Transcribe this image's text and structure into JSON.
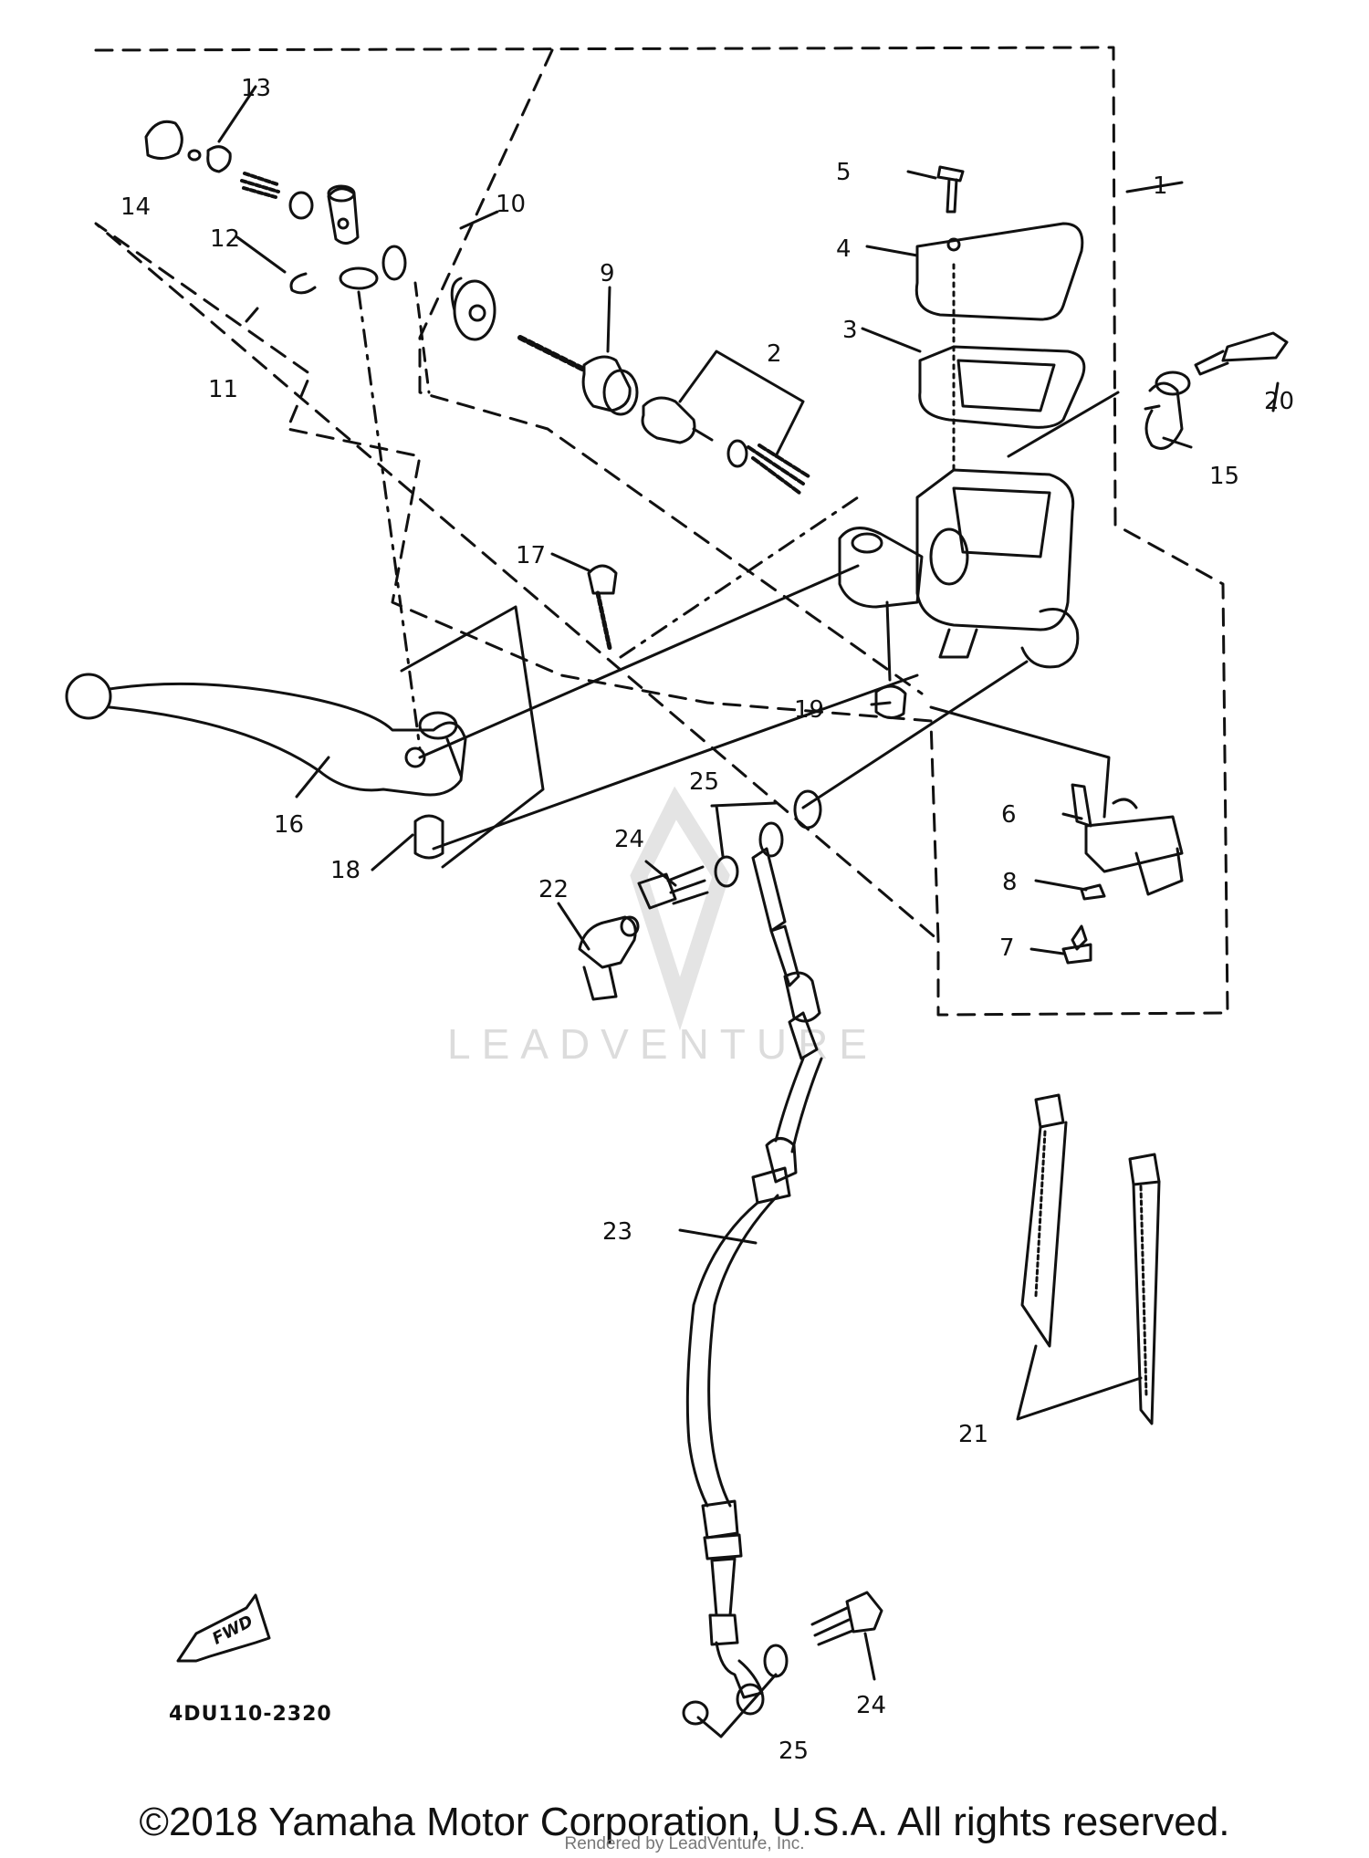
{
  "callouts": {
    "c1": "1",
    "c2": "2",
    "c3": "3",
    "c4": "4",
    "c5": "5",
    "c6": "6",
    "c7": "7",
    "c8": "8",
    "c9": "9",
    "c10": "10",
    "c11": "11",
    "c12": "12",
    "c13": "13",
    "c14": "14",
    "c15": "15",
    "c16": "16",
    "c17": "17",
    "c18": "18",
    "c19": "19",
    "c20": "20",
    "c21": "21",
    "c22": "22",
    "c23": "23",
    "c24a": "24",
    "c24b": "24",
    "c25a": "25",
    "c25b": "25"
  },
  "diagram_code": "4DU110-2320",
  "fwd_label": "FWD",
  "watermark": "LEADVENTURE",
  "copyright": "©2018 Yamaha Motor Corporation, U.S.A. All rights reserved.",
  "rendered_by": "Rendered by LeadVenture, Inc."
}
